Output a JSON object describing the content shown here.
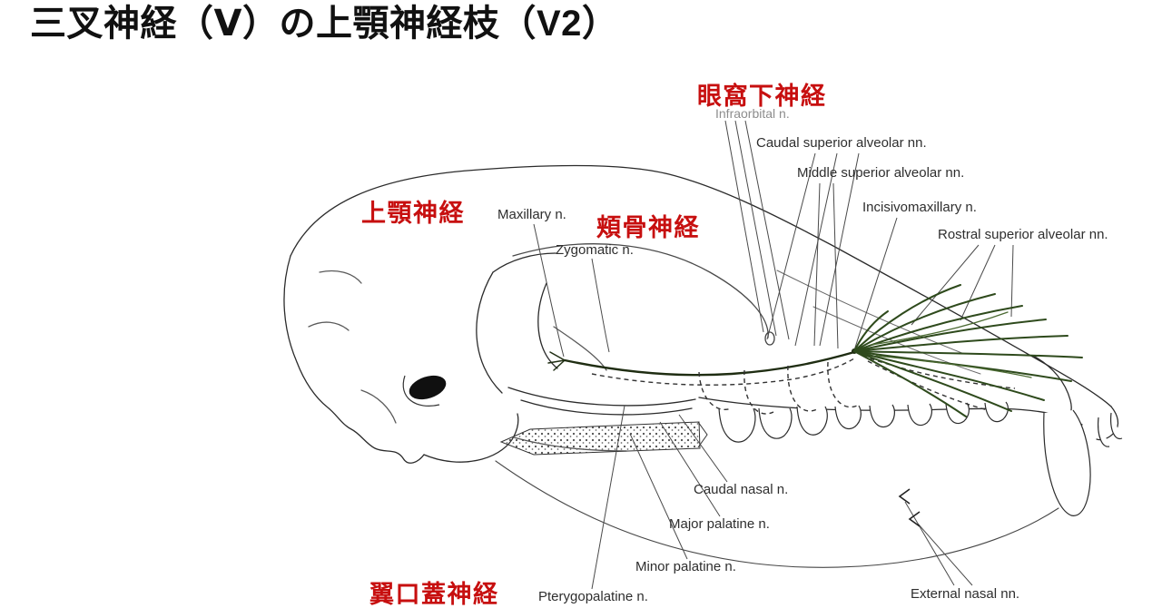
{
  "title": "三叉神経（Ⅴ）の上顎神経枝（V2）",
  "colors": {
    "label_red": "#c70f0f",
    "line_black": "#2b2b2b",
    "nerve_green": "#2e4a1c",
    "background": "#ffffff"
  },
  "red_labels": [
    {
      "id": "infraorbital-jp",
      "text": "眼窩下神経"
    },
    {
      "id": "maxillary-jp",
      "text": "上顎神経"
    },
    {
      "id": "zygomatic-jp",
      "text": "頬骨神経"
    },
    {
      "id": "pterygopalatine-jp",
      "text": "翼口蓋神経"
    }
  ],
  "en_labels": [
    {
      "id": "infraorbital",
      "text": "Infraorbital n."
    },
    {
      "id": "caudal-superior-alveolar",
      "text": "Caudal superior alveolar nn."
    },
    {
      "id": "middle-superior-alveolar",
      "text": "Middle superior alveolar nn."
    },
    {
      "id": "incisivomaxillary",
      "text": "Incisivomaxillary n."
    },
    {
      "id": "rostral-superior-alveolar",
      "text": "Rostral superior alveolar nn."
    },
    {
      "id": "maxillary",
      "text": "Maxillary n."
    },
    {
      "id": "zygomatic",
      "text": "Zygomatic n."
    },
    {
      "id": "caudal-nasal",
      "text": "Caudal nasal n."
    },
    {
      "id": "major-palatine",
      "text": "Major palatine n."
    },
    {
      "id": "minor-palatine",
      "text": "Minor palatine n."
    },
    {
      "id": "pterygopalatine",
      "text": "Pterygopalatine n."
    },
    {
      "id": "external-nasal",
      "text": "External nasal nn."
    }
  ]
}
